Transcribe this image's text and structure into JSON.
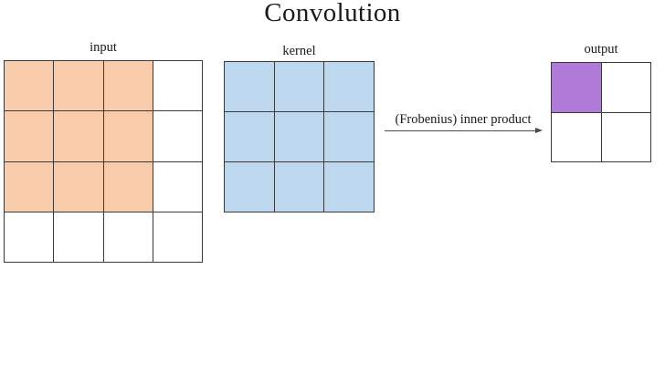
{
  "title": "Convolution",
  "colors": {
    "input_highlight": "#f8cbaa",
    "kernel_fill": "#bdd7ee",
    "output_highlight": "#b07ad8",
    "grid_line": "#3a3a3a",
    "arrow": "#4a4a4a",
    "background": "#ffffff"
  },
  "grids": {
    "input": {
      "label": "input",
      "rows": 4,
      "cols": 4,
      "fill_color": "#f8cbaa",
      "filled_region": {
        "row": 0,
        "col": 0,
        "rows": 3,
        "cols": 3
      }
    },
    "kernel": {
      "label": "kernel",
      "rows": 3,
      "cols": 3,
      "fill_color": "#bdd7ee",
      "filled_region": {
        "row": 0,
        "col": 0,
        "rows": 3,
        "cols": 3
      }
    },
    "output": {
      "label": "output",
      "rows": 2,
      "cols": 2,
      "fill_color": "#b07ad8",
      "filled_region": {
        "row": 0,
        "col": 0,
        "rows": 1,
        "cols": 1
      }
    }
  },
  "arrow": {
    "label": "(Frobenius) inner product"
  }
}
